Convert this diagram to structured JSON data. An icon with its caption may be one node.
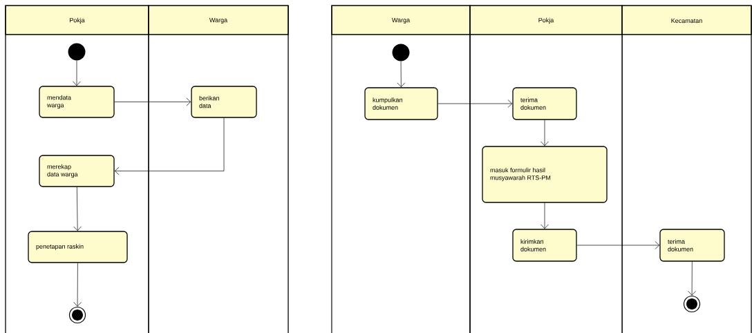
{
  "diagram": {
    "nodes": [
      {
        "text": [
          "Pokja"
        ]
      },
      {
        "text": [
          "Warga"
        ]
      },
      {
        "text": [],
        "shape": "circle",
        "in": 0
      },
      {
        "text": [
          "mendata warga"
        ],
        "in": 0
      },
      {
        "text": [
          "berikan data"
        ],
        "in": 1
      },
      {
        "text": [
          "merekap data warga"
        ],
        "in": 0
      },
      {
        "text": [
          "penetapan raskin"
        ],
        "in": 0
      },
      {
        "text": [],
        "shape": "circle",
        "in": 0
      },
      {
        "text": [
          "Warga"
        ]
      },
      {
        "text": [
          "Pokja"
        ]
      },
      {
        "text": [
          "Kecamatan"
        ]
      },
      {
        "text": [],
        "shape": "circle",
        "in": 8
      },
      {
        "text": [
          "kumpulkan dokumen"
        ],
        "in": 8
      },
      {
        "text": [
          "terima dokumen"
        ],
        "in": 9
      },
      {
        "text": [
          "masuk formulir hasil musyawarah RTS-PM"
        ],
        "in": 9
      },
      {
        "text": [
          "kirimkan dokumen"
        ],
        "in": 9
      },
      {
        "text": [
          "terima dokumen"
        ],
        "in": 10
      },
      {
        "text": [],
        "shape": "circle",
        "in": 10
      }
    ],
    "edges": [
      {
        "from": 2,
        "to": 3,
        "arrow": "to"
      },
      {
        "from": 3,
        "to": 4,
        "arrow": "to"
      },
      {
        "from": 4,
        "to": 5,
        "arrow": "to"
      },
      {
        "from": 5,
        "to": 6,
        "arrow": "to"
      },
      {
        "from": 6,
        "to": 7,
        "arrow": "to"
      },
      {
        "from": 11,
        "to": 12,
        "arrow": "to"
      },
      {
        "from": 12,
        "to": 13,
        "arrow": "to"
      },
      {
        "from": 13,
        "to": 14,
        "arrow": "to"
      },
      {
        "from": 14,
        "to": 15,
        "arrow": "to"
      },
      {
        "from": 15,
        "to": 16,
        "arrow": "to"
      },
      {
        "from": 16,
        "to": 17,
        "arrow": "to"
      }
    ]
  }
}
